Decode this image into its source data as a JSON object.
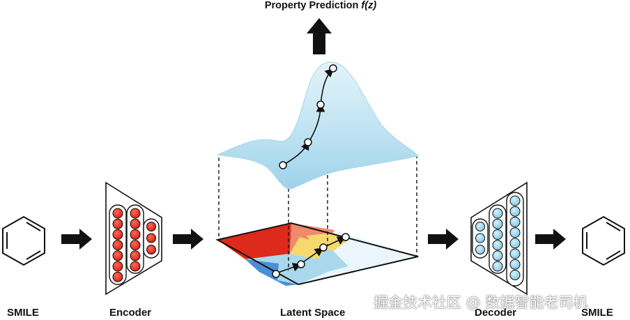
{
  "title_main": "Property Prediction ",
  "title_fz": "f(z)",
  "labels": {
    "smile_left": "SMILE",
    "encoder": "Encoder",
    "latent_space": "Latent Space",
    "decoder": "Decoder",
    "smile_right": "SMILE"
  },
  "watermark": "掘金技术社区 @ 数据智能老司机",
  "colors": {
    "encoder_node": "#e0281c",
    "decoder_node": "#8fd0e6",
    "surface": "#bfe3f2",
    "region_red": "#dd2a1a",
    "region_orange": "#f08a6a",
    "region_yellow": "#f5d96e",
    "region_blue": "#4a8fd6",
    "region_lightblue": "#a9d8ec",
    "region_pale": "#eaf6fb"
  }
}
